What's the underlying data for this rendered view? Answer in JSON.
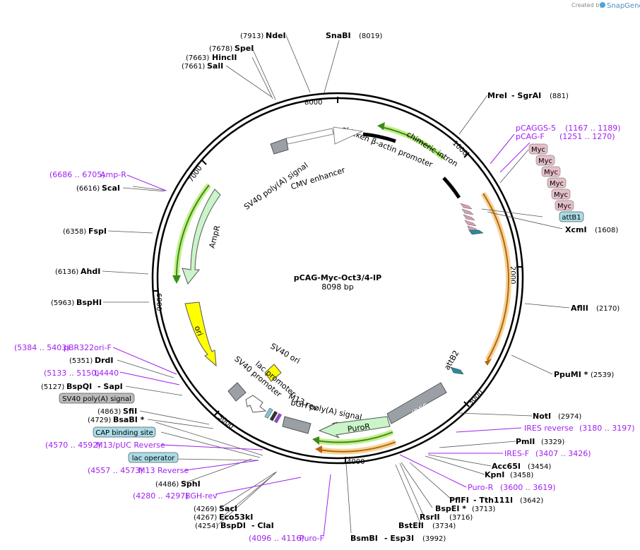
{
  "credit": {
    "created_by": "Created by",
    "brand": "SnapGene"
  },
  "plasmid": {
    "name": "pCAG-Myc-Oct3/4-IP",
    "size": "8098 bp"
  },
  "ticks": [
    "1000",
    "2000",
    "3000",
    "4000",
    "5000",
    "6000",
    "7000",
    "8000"
  ],
  "features": {
    "chimeric_intron": "chimeric intron",
    "chicken_promoter": "chicken β-actin promoter",
    "cmv_enhancer": "CMV enhancer",
    "sv40_polyA_inner": "SV40 poly(A) signal",
    "ampR": "AmpR",
    "ori": "ori",
    "sv40_ori": "SV40 ori",
    "sv40_promoter": "SV40 promoter",
    "lac_promoter": "lac promoter",
    "m13_rev": "M13 rev",
    "bgh_polyA": "bGH poly(A) signal",
    "puroR": "PuroR",
    "ires": "IRES",
    "attB2": "attB2"
  },
  "tags": {
    "myc": [
      "Myc",
      "Myc",
      "Myc",
      "Myc",
      "Myc",
      "Myc"
    ],
    "attB1": "attB1",
    "sv40_polyA_box": "SV40 poly(A) signal",
    "cap_site": "CAP binding site",
    "lac_operator": "lac operator"
  },
  "sites": [
    {
      "id": "ndei",
      "pos": "(7913)",
      "name": "NdeI"
    },
    {
      "id": "snabi",
      "pos": "(8019)",
      "name": "SnaBI"
    },
    {
      "id": "spei",
      "pos": "(7678)",
      "name": "SpeI"
    },
    {
      "id": "hincii",
      "pos": "(7663)",
      "name": "HincII"
    },
    {
      "id": "sali",
      "pos": "(7661)",
      "name": "SalI"
    },
    {
      "id": "mrei",
      "pos": "(881)",
      "name": "MreI",
      "name2": "- SgrAI"
    },
    {
      "id": "scai",
      "pos": "(6616)",
      "name": "ScaI"
    },
    {
      "id": "fspi",
      "pos": "(6358)",
      "name": "FspI"
    },
    {
      "id": "ahdi",
      "pos": "(6136)",
      "name": "AhdI"
    },
    {
      "id": "bsphi",
      "pos": "(5963)",
      "name": "BspHI"
    },
    {
      "id": "xcmi",
      "pos": "(1608)",
      "name": "XcmI"
    },
    {
      "id": "aflii",
      "pos": "(2170)",
      "name": "AflII"
    },
    {
      "id": "ppumi",
      "pos": "(2539)",
      "name": "PpuMI *"
    },
    {
      "id": "drdi",
      "pos": "(5351)",
      "name": "DrdI"
    },
    {
      "id": "bspqi",
      "pos": "(5127)",
      "name": "BspQI",
      "name2": "- SapI"
    },
    {
      "id": "sfii",
      "pos": "(4863)",
      "name": "SfiI"
    },
    {
      "id": "bsabi",
      "pos": "(4729)",
      "name": "BsaBI *"
    },
    {
      "id": "noti",
      "pos": "(2974)",
      "name": "NotI"
    },
    {
      "id": "pmli",
      "pos": "(3329)",
      "name": "PmlI"
    },
    {
      "id": "acc65i",
      "pos": "(3454)",
      "name": "Acc65I"
    },
    {
      "id": "kpni",
      "pos": "(3458)",
      "name": "KpnI"
    },
    {
      "id": "sphi",
      "pos": "(4486)",
      "name": "SphI"
    },
    {
      "id": "pflfi",
      "pos": "(3642)",
      "name": "PflFI",
      "name2": "- Tth111I"
    },
    {
      "id": "bspei",
      "pos": "(3713)",
      "name": "BspEI *"
    },
    {
      "id": "rsrii",
      "pos": "(3716)",
      "name": "RsrII"
    },
    {
      "id": "bsteii",
      "pos": "(3734)",
      "name": "BstEII"
    },
    {
      "id": "saci",
      "pos": "(4269)",
      "name": "SacI"
    },
    {
      "id": "eco53ki",
      "pos": "(4267)",
      "name": "Eco53kI"
    },
    {
      "id": "bspdi",
      "pos": "(4254)",
      "name": "BspDI",
      "name2": "- ClaI"
    },
    {
      "id": "bsmbi",
      "pos": "(3992)",
      "name": "BsmBI",
      "name2": "- Esp3I"
    }
  ],
  "primers": [
    {
      "id": "pcaggs5",
      "name": "pCAGGS-5",
      "range": "(1167 .. 1189)"
    },
    {
      "id": "pcagf",
      "name": "pCAG-F",
      "range": "(1251 .. 1270)"
    },
    {
      "id": "ampr",
      "name": "Amp-R",
      "range": "(6686 .. 6705)"
    },
    {
      "id": "pbr322",
      "name": "pBR322ori-F",
      "range": "(5384 .. 5403)"
    },
    {
      "id": "l4440",
      "name": "L4440",
      "range": "(5133 .. 5150)"
    },
    {
      "id": "m13puc",
      "name": "M13/pUC Reverse",
      "range": "(4570 .. 4592)"
    },
    {
      "id": "m13rev",
      "name": "M13 Reverse",
      "range": "(4557 .. 4573)"
    },
    {
      "id": "iresrev",
      "name": "IRES reverse",
      "range": "(3180 .. 3197)"
    },
    {
      "id": "iresf",
      "name": "IRES-F",
      "range": "(3407 .. 3426)"
    },
    {
      "id": "puror",
      "name": "Puro-R",
      "range": "(3600 .. 3619)"
    },
    {
      "id": "bghrev",
      "name": "BGH-rev",
      "range": "(4280 .. 4297)"
    },
    {
      "id": "purof",
      "name": "Puro-F",
      "range": "(4096 .. 4116)"
    }
  ]
}
